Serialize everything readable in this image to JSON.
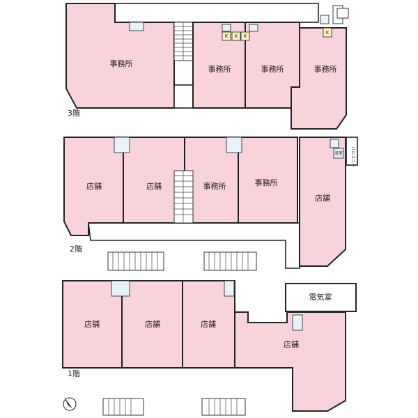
{
  "floors": {
    "f3": {
      "label": "3階",
      "units": [
        "事務所",
        "事務所",
        "事務所",
        "事務所"
      ],
      "kitchen_labels": [
        "K",
        "K",
        "K",
        "K"
      ]
    },
    "f2": {
      "label": "2階",
      "units": [
        "店舗",
        "店舗",
        "事務所",
        "事務所",
        "店舗"
      ],
      "balcony": "バルコニー",
      "bath": "浴室"
    },
    "f1": {
      "label": "1階",
      "units": [
        "店舗",
        "店舗",
        "店舗",
        "店舗"
      ],
      "electric_room": "電気室"
    }
  },
  "symbols": {
    "compass": "north-arrow-icon",
    "toilet": "toilet-icon",
    "stairs": "stairs-icon"
  },
  "colors": {
    "room_fill": "#f9d3dc",
    "wall": "#222222",
    "wc_fill": "#e8f3f9",
    "kitchen_fill": "#fbf3c0"
  }
}
